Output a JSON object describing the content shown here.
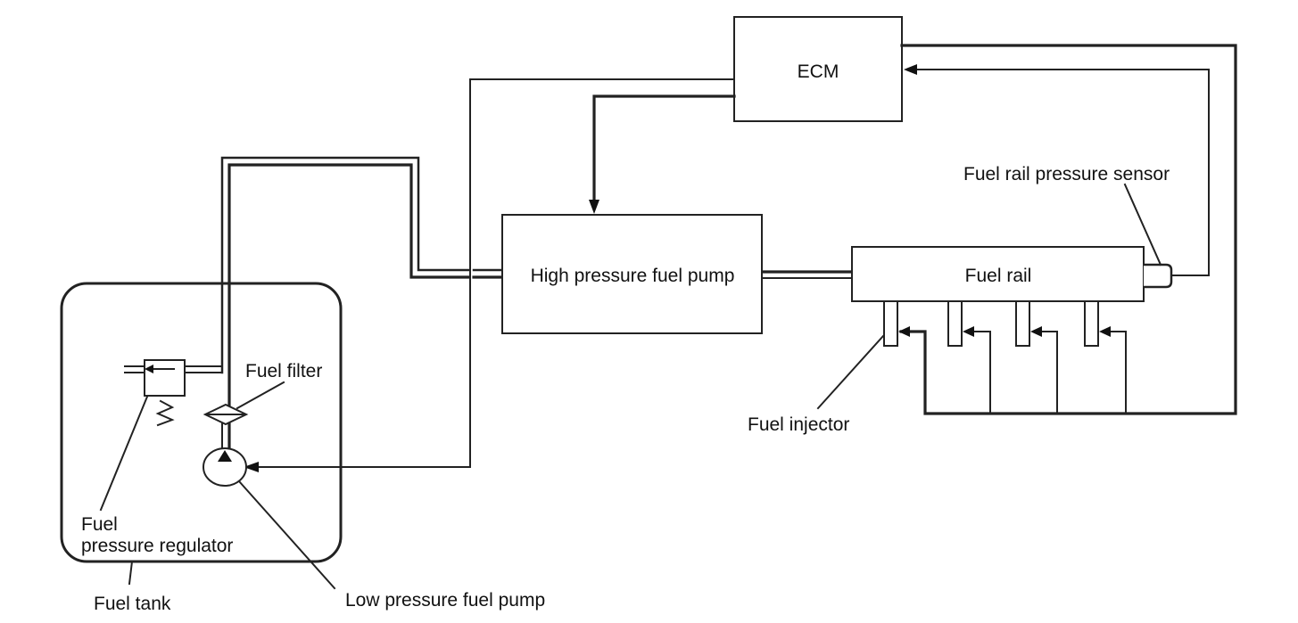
{
  "diagram": {
    "type": "fuel system block diagram",
    "components": {
      "ecm": {
        "label": "ECM"
      },
      "high_pressure_pump": {
        "label": "High pressure fuel pump"
      },
      "fuel_rail": {
        "label": "Fuel rail"
      },
      "fuel_rail_pressure_sensor": {
        "label": "Fuel rail pressure sensor"
      },
      "fuel_injector": {
        "label": "Fuel injector",
        "count": 4
      },
      "fuel_filter": {
        "label": "Fuel filter"
      },
      "fuel_pressure_regulator": {
        "label_line1": "Fuel",
        "label_line2": "pressure regulator"
      },
      "fuel_tank": {
        "label": "Fuel tank"
      },
      "low_pressure_pump": {
        "label": "Low pressure fuel pump"
      }
    },
    "connections": [
      {
        "from": "Fuel rail pressure sensor",
        "to": "ECM",
        "kind": "signal"
      },
      {
        "from": "ECM",
        "to": "High pressure fuel pump",
        "kind": "control"
      },
      {
        "from": "ECM",
        "to": "Low pressure fuel pump",
        "kind": "control"
      },
      {
        "from": "ECM",
        "to": "Fuel injector",
        "kind": "control"
      },
      {
        "from": "Low pressure fuel pump",
        "to": "Fuel filter",
        "kind": "fuel"
      },
      {
        "from": "Fuel filter",
        "to": "High pressure fuel pump",
        "kind": "fuel"
      },
      {
        "from": "High pressure fuel pump",
        "to": "Fuel rail",
        "kind": "fuel"
      },
      {
        "from": "Fuel filter",
        "to": "Fuel pressure regulator",
        "kind": "fuel"
      }
    ]
  }
}
